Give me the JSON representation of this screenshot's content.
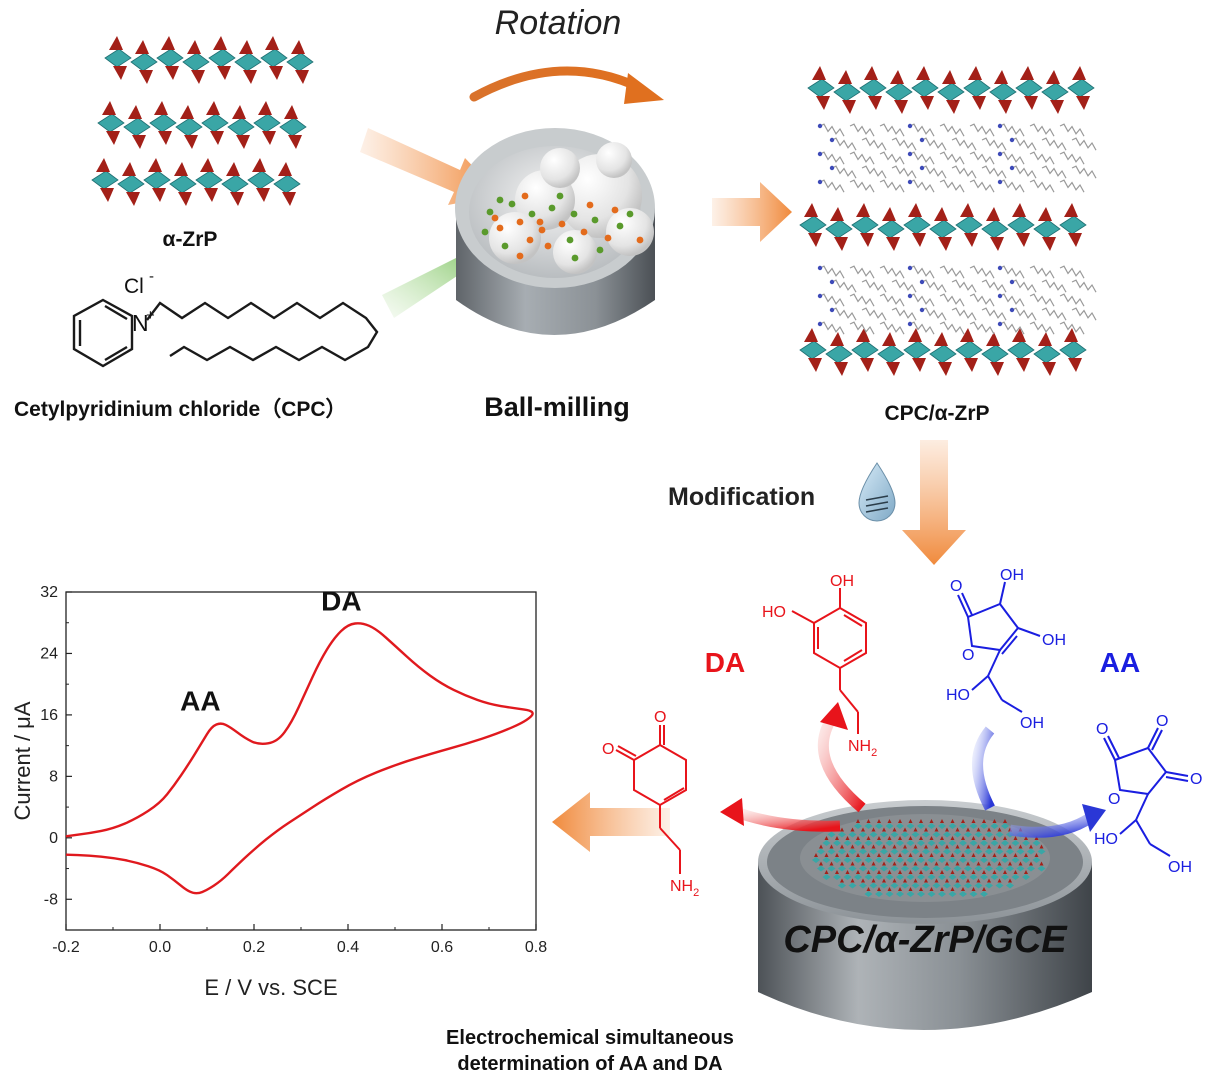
{
  "labels": {
    "rotation": "Rotation",
    "azrp": "α-ZrP",
    "cpc_name": "Cetylpyridinium chloride（CPC）",
    "cl": "Cl",
    "cl_charge": "-",
    "n_atom": "N",
    "n_charge": "+",
    "ball_milling": "Ball-milling",
    "cpc_azrp": "CPC/α-ZrP",
    "modification": "Modification",
    "electrode": "CPC/α-ZrP/GCE",
    "da": "DA",
    "aa": "AA",
    "caption_line1": "Electrochemical simultaneous",
    "caption_line2": "determination of AA and DA"
  },
  "molecules": {
    "dopamine": {
      "oh_top": "OH",
      "ho_left": "HO",
      "nh2": "NH",
      "nh2_sub": "2"
    },
    "dopamine_quinone": {
      "o_left": "O",
      "o_top": "O",
      "nh2": "NH",
      "nh2_sub": "2"
    },
    "ascorbic_acid": {
      "o_ring": "O",
      "o_carbonyl": "O",
      "oh_top": "OH",
      "oh_right": "OH",
      "ho_side": "HO",
      "oh_bottom": "OH"
    },
    "dehydroascorbic_acid": {
      "o_ring": "O",
      "o_1": "O",
      "o_2": "O",
      "o_3": "O",
      "ho_side": "HO",
      "oh_bottom": "OH"
    }
  },
  "colors": {
    "dopamine": "#e8141b",
    "ascorbic": "#1a1ee0",
    "arrow_orange": "#f08a3c",
    "arrow_green": "#6cbf4a",
    "teal": "#3aa6a6",
    "dark_red": "#a32018",
    "cv_curve": "#e0191e"
  },
  "chart_data": {
    "type": "line",
    "title": "",
    "xlabel": "E / V vs. SCE",
    "ylabel": "Current / μA",
    "xlim": [
      -0.2,
      0.8
    ],
    "ylim": [
      -12,
      32
    ],
    "xticks": [
      -0.2,
      0.0,
      0.2,
      0.4,
      0.6,
      0.8
    ],
    "xtick_labels": [
      "-0.2",
      "0.0",
      "0.2",
      "0.4",
      "0.6",
      "0.8"
    ],
    "yticks": [
      -8,
      0,
      8,
      16,
      24,
      32
    ],
    "ytick_labels": [
      "-8",
      "0",
      "8",
      "16",
      "24",
      "32"
    ],
    "grid": false,
    "annotations": [
      {
        "text": "AA",
        "x": 0.12,
        "y": 15
      },
      {
        "text": "DA",
        "x": 0.42,
        "y": 28
      }
    ],
    "series": [
      {
        "points": [
          [
            -0.2,
            0.2
          ],
          [
            -0.15,
            0.6
          ],
          [
            -0.1,
            1.2
          ],
          [
            -0.05,
            2.5
          ],
          [
            0.0,
            4.5
          ],
          [
            0.03,
            6.8
          ],
          [
            0.06,
            9.5
          ],
          [
            0.09,
            12.5
          ],
          [
            0.11,
            14.5
          ],
          [
            0.13,
            15.0
          ],
          [
            0.15,
            14.4
          ],
          [
            0.18,
            13.0
          ],
          [
            0.21,
            12.1
          ],
          [
            0.25,
            12.5
          ],
          [
            0.28,
            15.0
          ],
          [
            0.31,
            19.0
          ],
          [
            0.34,
            23.0
          ],
          [
            0.37,
            26.0
          ],
          [
            0.4,
            27.8
          ],
          [
            0.43,
            28.0
          ],
          [
            0.46,
            27.2
          ],
          [
            0.5,
            25.0
          ],
          [
            0.55,
            22.2
          ],
          [
            0.6,
            20.0
          ],
          [
            0.65,
            18.5
          ],
          [
            0.7,
            17.4
          ],
          [
            0.75,
            16.9
          ],
          [
            0.8,
            16.5
          ],
          [
            0.78,
            15.2
          ],
          [
            0.72,
            13.6
          ],
          [
            0.65,
            12.2
          ],
          [
            0.58,
            11.0
          ],
          [
            0.5,
            9.5
          ],
          [
            0.42,
            7.5
          ],
          [
            0.35,
            5.0
          ],
          [
            0.3,
            3.0
          ],
          [
            0.25,
            1.0
          ],
          [
            0.2,
            -1.5
          ],
          [
            0.16,
            -3.8
          ],
          [
            0.13,
            -5.6
          ],
          [
            0.1,
            -6.8
          ],
          [
            0.08,
            -7.3
          ],
          [
            0.06,
            -7.0
          ],
          [
            0.03,
            -5.5
          ],
          [
            0.0,
            -4.2
          ],
          [
            -0.05,
            -3.2
          ],
          [
            -0.1,
            -2.6
          ],
          [
            -0.15,
            -2.3
          ],
          [
            -0.2,
            -2.2
          ]
        ]
      }
    ]
  }
}
